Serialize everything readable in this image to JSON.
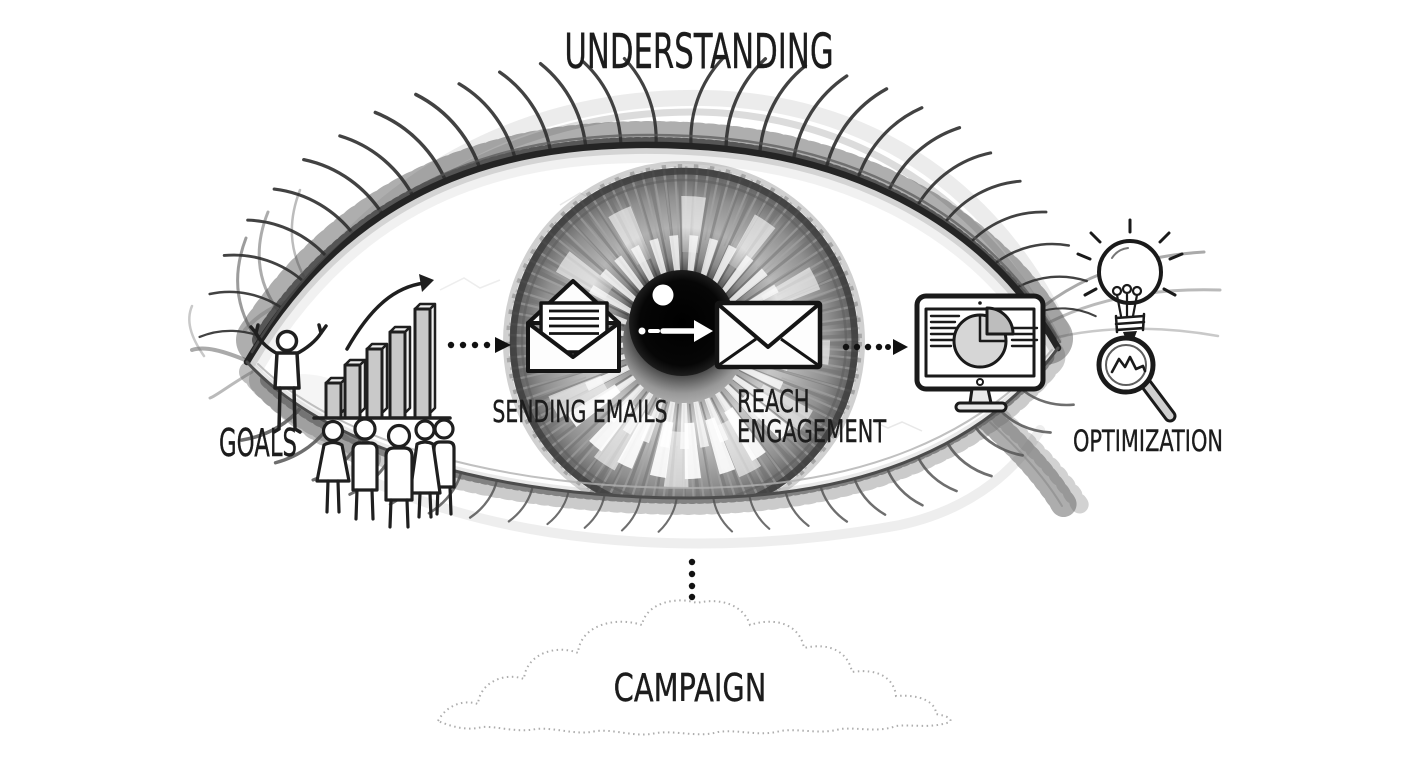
{
  "title": "UNDERSTANDING",
  "flow": {
    "goals": {
      "label": "GOALS"
    },
    "sending": {
      "label": "SENDING EMAILS"
    },
    "reach": {
      "line1": "REACH",
      "line2": "ENGAGEMENT"
    },
    "optimization": {
      "label": "OPTIMIZATION"
    },
    "campaign": {
      "label": "CAMPAIGN"
    }
  },
  "icons": {
    "celebrating-person": "outline figure with raised arms",
    "growth-bar-chart": "five ascending 3D bars with rising curved arrow",
    "audience-group": "five outlined people standing together",
    "open-envelope": "open envelope with letter and text lines",
    "pupil-flow-arrow": "white dotted arrow inside the pupil",
    "closed-envelope": "sealed envelope",
    "analytics-monitor": "desktop monitor with pie chart and text lines",
    "lightbulb": "idea bulb with rays",
    "magnifier-trend": "magnifying glass over a trend line",
    "campaign-cloud": "dotted cloud outline",
    "dotted-arrow": "dotted connector arrow"
  },
  "colors": {
    "ink": "#1a1a1a",
    "pencil_gray": "#8a8a8a",
    "light_gray": "#d6d6d6",
    "paper": "#ffffff"
  }
}
